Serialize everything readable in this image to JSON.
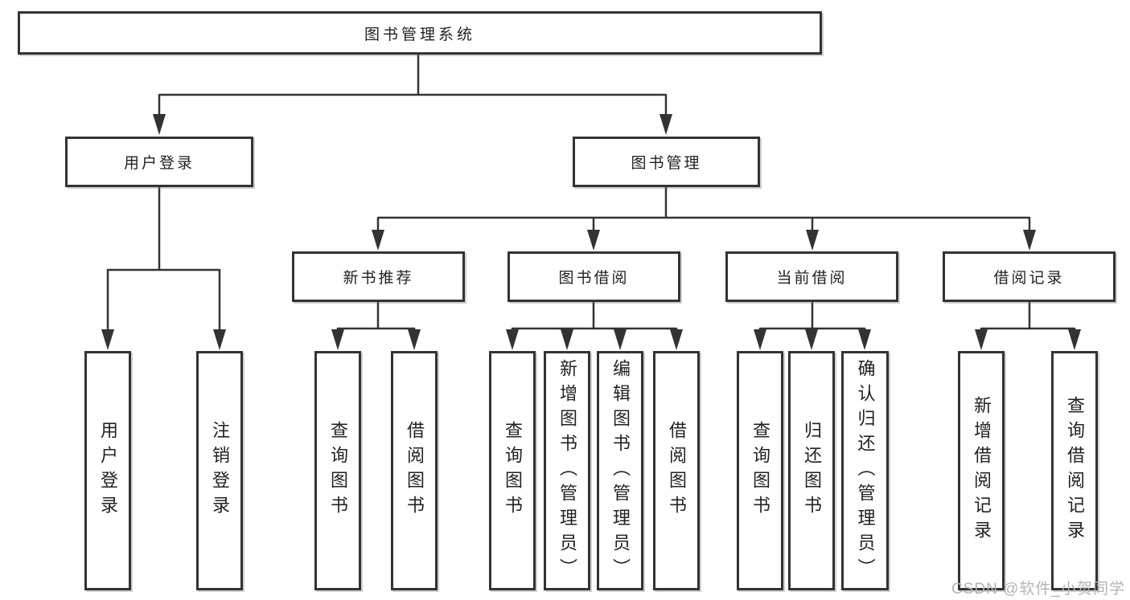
{
  "diagram": {
    "root": {
      "label": "图书管理系统",
      "children": [
        {
          "label": "用户登录",
          "children": [
            {
              "label": "用户登录"
            },
            {
              "label": "注销登录"
            }
          ]
        },
        {
          "label": "图书管理",
          "children": [
            {
              "label": "新书推荐",
              "children": [
                {
                  "label": "查询图书"
                },
                {
                  "label": "借阅图书"
                }
              ]
            },
            {
              "label": "图书借阅",
              "children": [
                {
                  "label": "查询图书"
                },
                {
                  "label": "新增图书（管理员）"
                },
                {
                  "label": "编辑图书（管理员）"
                },
                {
                  "label": "借阅图书"
                }
              ]
            },
            {
              "label": "当前借阅",
              "children": [
                {
                  "label": "查询图书"
                },
                {
                  "label": "归还图书"
                },
                {
                  "label": "确认归还（管理员）"
                }
              ]
            },
            {
              "label": "借阅记录",
              "children": [
                {
                  "label": "新增借阅记录"
                },
                {
                  "label": "查询借阅记录"
                }
              ]
            }
          ]
        }
      ]
    }
  },
  "watermark": {
    "text": "CSDN @软件_小贺同学"
  },
  "colors": {
    "line": "#333333",
    "text": "#222222",
    "watermark": "#b3b3b3",
    "background": "#ffffff"
  }
}
